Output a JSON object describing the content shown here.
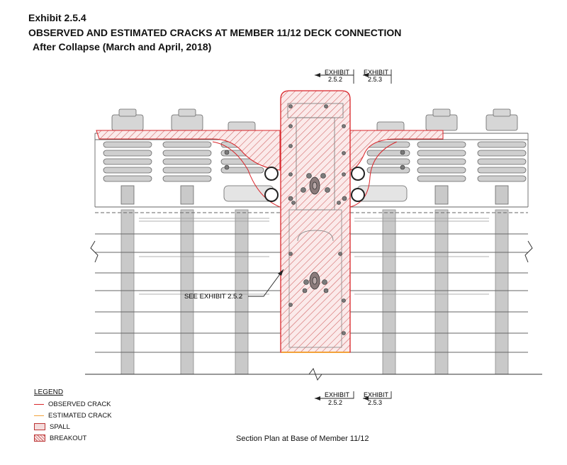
{
  "header": {
    "exhibit_number": "Exhibit 2.5.4",
    "title": "OBSERVED AND ESTIMATED CRACKS AT MEMBER 11/12 DECK CONNECTION",
    "subtitle": "After Collapse (March and April, 2018)"
  },
  "section_markers": {
    "left": {
      "label": "EXHIBIT",
      "ref": "2.5.2"
    },
    "right": {
      "label": "EXHIBIT",
      "ref": "2.5.3"
    }
  },
  "callout": {
    "text": "SEE EXHIBIT 2.5.2"
  },
  "legend": {
    "title": "LEGEND",
    "items": [
      {
        "label": "OBSERVED CRACK",
        "style": "line",
        "color": "#d9252a"
      },
      {
        "label": "ESTIMATED CRACK",
        "style": "line",
        "color": "#f2a23a"
      },
      {
        "label": "SPALL",
        "style": "fill",
        "color": "#f4dcdc"
      },
      {
        "label": "BREAKOUT",
        "style": "hatch",
        "color": "#d06060"
      }
    ]
  },
  "caption": "Section Plan at Base of Member 11/12",
  "colors": {
    "line": "#4a4a4a",
    "gray_fill": "#c9c9c9",
    "crack": "#d9252a",
    "estimated": "#f2a23a",
    "breakout_hatch": "#d06060"
  }
}
